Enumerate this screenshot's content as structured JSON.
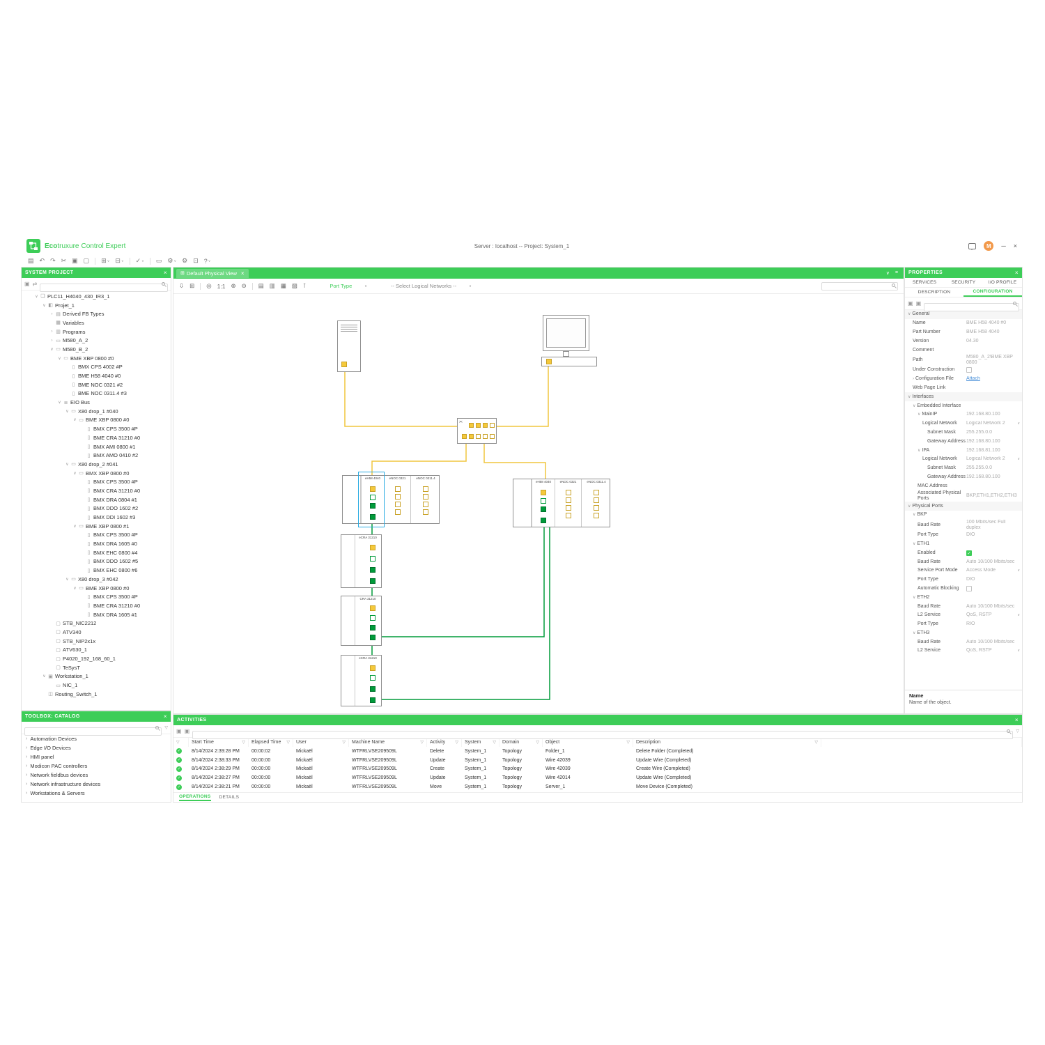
{
  "glyphs": {
    "chevron": "∨",
    "chevron_right": "›",
    "funnel": "▽",
    "check": "✓",
    "menu": "≡"
  },
  "colors": {
    "brand_green": "#3DCD58",
    "wire_yellow": "#F0C53E",
    "wire_green": "#009B3A",
    "selection_blue": "#29ABE2",
    "avatar_orange": "#F2994A"
  },
  "window": {
    "brand_eco": "Eco",
    "brand_struxure": "truxure",
    "brand_product": "Control Expert",
    "title_center": "Server : localhost -- Project: System_1",
    "avatar_letter": "M",
    "controls": [
      {
        "name": "minimize-button",
        "glyph": "─"
      },
      {
        "name": "close-button",
        "glyph": "×"
      }
    ]
  },
  "main_toolbar": {
    "items": [
      {
        "name": "save-icon",
        "glyph": "▤"
      },
      {
        "name": "undo-icon",
        "glyph": "↶"
      },
      {
        "name": "redo-icon",
        "glyph": "↷"
      },
      {
        "name": "cut-icon",
        "glyph": "✂"
      },
      {
        "name": "copy-icon",
        "glyph": "▣"
      },
      {
        "name": "paste-icon",
        "glyph": "▢"
      },
      {
        "type": "sep"
      },
      {
        "name": "window-layout-icon",
        "glyph": "⊞",
        "chevron": true
      },
      {
        "name": "panel-view-icon",
        "glyph": "⊟",
        "chevron": true
      },
      {
        "type": "sep"
      },
      {
        "name": "validate-icon",
        "glyph": "✓",
        "chevron": true
      },
      {
        "type": "sep"
      },
      {
        "name": "monitor-icon",
        "glyph": "▭"
      },
      {
        "name": "tools-icon",
        "glyph": "⚙",
        "chevron": true
      },
      {
        "name": "settings-icon",
        "glyph": "⚙"
      },
      {
        "name": "fullscreen-icon",
        "glyph": "⊡"
      },
      {
        "name": "help-icon",
        "glyph": "?",
        "chevron": true
      }
    ]
  },
  "system_project": {
    "title": "SYSTEM PROJECT",
    "toolbar_icons": [
      {
        "name": "cascade-icon",
        "glyph": "▣"
      },
      {
        "name": "sync-icon",
        "glyph": "⇄"
      }
    ],
    "icon_glyphs": {
      "folder": "❏",
      "proj": "◧",
      "fb": "▤",
      "var": "▦",
      "prog": "▥",
      "rack": "▭",
      "mod": "▯",
      "bus": "≣",
      "dev": "▢",
      "ws": "▣",
      "nic": "▭",
      "sw": "◫"
    },
    "tree": [
      {
        "l": "PLC11_H4040_430_IR3_1",
        "lv": 1,
        "e": "v",
        "i": "folder"
      },
      {
        "l": "Projet_1",
        "lv": 2,
        "e": "v",
        "i": "proj"
      },
      {
        "l": "Derived FB Types",
        "lv": 3,
        "e": "c",
        "i": "fb"
      },
      {
        "l": "Variables",
        "lv": 3,
        "e": "",
        "i": "var"
      },
      {
        "l": "Programs",
        "lv": 3,
        "e": "c",
        "i": "prog"
      },
      {
        "l": "M580_A_2",
        "lv": 3,
        "e": "c",
        "i": "rack"
      },
      {
        "l": "M580_B_2",
        "lv": 3,
        "e": "v",
        "i": "rack"
      },
      {
        "l": "BME XBP 0800 #0",
        "lv": 4,
        "e": "v",
        "i": "rack"
      },
      {
        "l": "BMX CPS 4002 #P",
        "lv": 5,
        "e": "",
        "i": "mod"
      },
      {
        "l": "BME H58 4040 #0",
        "lv": 5,
        "e": "",
        "i": "mod"
      },
      {
        "l": "BME NOC 0321 #2",
        "lv": 5,
        "e": "",
        "i": "mod"
      },
      {
        "l": "BME NOC 0311.4 #3",
        "lv": 5,
        "e": "",
        "i": "mod"
      },
      {
        "l": "EIO Bus",
        "lv": 4,
        "e": "v",
        "i": "bus"
      },
      {
        "l": "X80 drop_1 #040",
        "lv": 5,
        "e": "v",
        "i": "rack"
      },
      {
        "l": "BME XBP 0800 #0",
        "lv": 6,
        "e": "v",
        "i": "rack"
      },
      {
        "l": "BMX CPS 3500 #P",
        "lv": 7,
        "e": "",
        "i": "mod"
      },
      {
        "l": "BME CRA 31210 #0",
        "lv": 7,
        "e": "",
        "i": "mod"
      },
      {
        "l": "BMX AMI 0800 #1",
        "lv": 7,
        "e": "",
        "i": "mod"
      },
      {
        "l": "BMX AMO 0410 #2",
        "lv": 7,
        "e": "",
        "i": "mod"
      },
      {
        "l": "X80 drop_2 #041",
        "lv": 5,
        "e": "v",
        "i": "rack"
      },
      {
        "l": "BMX XBP 0800 #0",
        "lv": 6,
        "e": "v",
        "i": "rack"
      },
      {
        "l": "BMX CPS 3500 #P",
        "lv": 7,
        "e": "",
        "i": "mod"
      },
      {
        "l": "BMX CRA 31210 #0",
        "lv": 7,
        "e": "",
        "i": "mod"
      },
      {
        "l": "BMX DRA 0804 #1",
        "lv": 7,
        "e": "",
        "i": "mod"
      },
      {
        "l": "BMX DDO 1602 #2",
        "lv": 7,
        "e": "",
        "i": "mod"
      },
      {
        "l": "BMX DDI 1602 #3",
        "lv": 7,
        "e": "",
        "i": "mod"
      },
      {
        "l": "BME XBP 0800 #1",
        "lv": 6,
        "e": "v",
        "i": "rack"
      },
      {
        "l": "BMX CPS 3500 #P",
        "lv": 7,
        "e": "",
        "i": "mod"
      },
      {
        "l": "BMX DRA 1605 #0",
        "lv": 7,
        "e": "",
        "i": "mod"
      },
      {
        "l": "BMX EHC 0800 #4",
        "lv": 7,
        "e": "",
        "i": "mod"
      },
      {
        "l": "BMX DDO 1602 #5",
        "lv": 7,
        "e": "",
        "i": "mod"
      },
      {
        "l": "BMX EHC 0800 #6",
        "lv": 7,
        "e": "",
        "i": "mod"
      },
      {
        "l": "X80 drop_3 #042",
        "lv": 5,
        "e": "v",
        "i": "rack"
      },
      {
        "l": "BME XBP 0800 #0",
        "lv": 6,
        "e": "v",
        "i": "rack"
      },
      {
        "l": "BMX CPS 3500 #P",
        "lv": 7,
        "e": "",
        "i": "mod"
      },
      {
        "l": "BME CRA 31210 #0",
        "lv": 7,
        "e": "",
        "i": "mod"
      },
      {
        "l": "BMX DRA 1605 #1",
        "lv": 7,
        "e": "",
        "i": "mod"
      },
      {
        "l": "STB_NIC2212",
        "lv": 3,
        "e": "",
        "i": "dev"
      },
      {
        "l": "ATV340",
        "lv": 3,
        "e": "",
        "i": "dev"
      },
      {
        "l": "STB_NIP2x1x",
        "lv": 3,
        "e": "",
        "i": "dev"
      },
      {
        "l": "ATV630_1",
        "lv": 3,
        "e": "",
        "i": "dev"
      },
      {
        "l": "P4020_192_168_60_1",
        "lv": 3,
        "e": "",
        "i": "dev"
      },
      {
        "l": "TeSysT",
        "lv": 3,
        "e": "",
        "i": "dev"
      },
      {
        "l": "Workstation_1",
        "lv": 2,
        "e": "v",
        "i": "ws"
      },
      {
        "l": "NIC_1",
        "lv": 3,
        "e": "",
        "i": "nic"
      },
      {
        "l": "Routing_Switch_1",
        "lv": 2,
        "e": "",
        "i": "sw"
      }
    ]
  },
  "toolbox": {
    "title": "TOOLBOX: CATALOG",
    "items": [
      "Automation Devices",
      "Edge I/O Devices",
      "HMI panel",
      "Modicon PAC controllers",
      "Network fieldbus devices",
      "Network infrastructure devices",
      "Workstations & Servers"
    ]
  },
  "center": {
    "tab": {
      "label": "Default Physical View",
      "icon_glyph": "⊞",
      "close_glyph": "×"
    },
    "toolbar": {
      "icons": [
        {
          "name": "export-icon",
          "glyph": "⇩"
        },
        {
          "name": "grid-icon",
          "glyph": "⊞"
        },
        {
          "type": "sep"
        },
        {
          "name": "zoom-icon",
          "glyph": "◎"
        },
        {
          "name": "zoom-ratio-icon",
          "glyph": "1:1"
        },
        {
          "name": "zoom-in-icon",
          "glyph": "⊕"
        },
        {
          "name": "zoom-out-icon",
          "glyph": "⊖"
        },
        {
          "type": "sep"
        },
        {
          "name": "print-icon",
          "glyph": "▤"
        },
        {
          "name": "print-preview-icon",
          "glyph": "▥"
        },
        {
          "name": "page-setup-icon",
          "glyph": "▦"
        },
        {
          "name": "layout-icon",
          "glyph": "▧"
        },
        {
          "name": "align-icon",
          "glyph": "⊺"
        }
      ],
      "port_type_label": "Port Type",
      "network_select_label": "-- Select Logical Networks --"
    }
  },
  "topology": {
    "switch_glyph": "><",
    "racks": [
      {
        "modules": [
          "eH58 4040",
          "eNOC 0321",
          "eNOC 0311.4"
        ]
      },
      {
        "modules": [
          "eH58 4040",
          "eNOC 0321",
          "eNOC 0311.4"
        ]
      }
    ],
    "drops": [
      {
        "label": "eCRA 31210"
      },
      {
        "label": "CRA 31210"
      },
      {
        "label": "eCRA 31210"
      }
    ]
  },
  "properties": {
    "title": "PROPERTIES",
    "toolbar_icons": [
      {
        "name": "cascade-icon",
        "glyph": "▣"
      },
      {
        "name": "list-icon",
        "glyph": "▣"
      }
    ],
    "tabs_row1": [
      "SERVICES",
      "SECURITY",
      "I/O PROFILE"
    ],
    "tabs_row2": [
      "DESCRIPTION",
      "CONFIGURATION"
    ],
    "active_tab": "CONFIGURATION",
    "rows": [
      {
        "t": "sec",
        "label": "General"
      },
      {
        "t": "row",
        "label": "Name",
        "ind": 1,
        "value": "BME H58 4040 #0"
      },
      {
        "t": "row",
        "label": "Part Number",
        "ind": 1,
        "value": "BME H58 4040"
      },
      {
        "t": "row",
        "label": "Version",
        "ind": 1,
        "value": "04.30"
      },
      {
        "t": "row",
        "label": "Comment",
        "ind": 1,
        "value": ""
      },
      {
        "t": "row",
        "label": "Path",
        "ind": 1,
        "value": "M580_A_2\\BME XBP 0800"
      },
      {
        "t": "check",
        "label": "Under Construction",
        "ind": 1,
        "checked": false
      },
      {
        "t": "link",
        "label": "Configuration File",
        "ind": 1,
        "value": "Attach"
      },
      {
        "t": "row",
        "label": "Web Page Link",
        "ind": 1,
        "value": ""
      },
      {
        "t": "sec",
        "label": "Interfaces"
      },
      {
        "t": "sub",
        "label": "Embedded Interface",
        "ind": 1
      },
      {
        "t": "sub",
        "label": "MainIP",
        "ind": 2,
        "value": "192.168.80.100"
      },
      {
        "t": "select",
        "label": "Logical Network",
        "ind": 3,
        "value": "Logical Network 2"
      },
      {
        "t": "row",
        "label": "Subnet Mask",
        "ind": 4,
        "value": "255.255.0.0"
      },
      {
        "t": "row",
        "label": "Gateway Address",
        "ind": 4,
        "value": "192.168.80.100"
      },
      {
        "t": "sub",
        "label": "IPA",
        "ind": 2,
        "value": "192.168.81.100"
      },
      {
        "t": "select",
        "label": "Logical Network",
        "ind": 3,
        "value": "Logical Network 2"
      },
      {
        "t": "row",
        "label": "Subnet Mask",
        "ind": 4,
        "value": "255.255.0.0"
      },
      {
        "t": "row",
        "label": "Gateway Address",
        "ind": 4,
        "value": "192.168.80.100"
      },
      {
        "t": "row",
        "label": "MAC Address",
        "ind": 2,
        "value": ""
      },
      {
        "t": "row",
        "label": "Associated Physical Ports",
        "ind": 2,
        "value": "BKP,ETH1,ETH2,ETH3"
      },
      {
        "t": "sec",
        "label": "Physical Ports"
      },
      {
        "t": "sub",
        "label": "BKP",
        "ind": 1
      },
      {
        "t": "row",
        "label": "Baud Rate",
        "ind": 2,
        "value": "100 Mbits/sec Full duplex"
      },
      {
        "t": "row",
        "label": "Port Type",
        "ind": 2,
        "value": "DIO"
      },
      {
        "t": "sub",
        "label": "ETH1",
        "ind": 1
      },
      {
        "t": "check",
        "label": "Enabled",
        "ind": 2,
        "checked": true
      },
      {
        "t": "row",
        "label": "Baud Rate",
        "ind": 2,
        "value": "Auto 10/100 Mbits/sec"
      },
      {
        "t": "select",
        "label": "Service Port Mode",
        "ind": 2,
        "value": "Access Mode"
      },
      {
        "t": "row",
        "label": "Port Type",
        "ind": 2,
        "value": "DIO"
      },
      {
        "t": "check",
        "label": "Automatic Blocking",
        "ind": 2,
        "checked": false
      },
      {
        "t": "sub",
        "label": "ETH2",
        "ind": 1
      },
      {
        "t": "row",
        "label": "Baud Rate",
        "ind": 2,
        "value": "Auto 10/100 Mbits/sec"
      },
      {
        "t": "select",
        "label": "L2 Service",
        "ind": 2,
        "value": "QoS, RSTP"
      },
      {
        "t": "row",
        "label": "Port Type",
        "ind": 2,
        "value": "RIO"
      },
      {
        "t": "sub",
        "label": "ETH3",
        "ind": 1
      },
      {
        "t": "row",
        "label": "Baud Rate",
        "ind": 2,
        "value": "Auto 10/100 Mbits/sec"
      },
      {
        "t": "select",
        "label": "L2 Service",
        "ind": 2,
        "value": "QoS, RSTP"
      }
    ],
    "footer_title": "Name",
    "footer_desc": "Name of the object."
  },
  "activities": {
    "title": "ACTIVITIES",
    "toolbar_icons": [
      {
        "name": "cascade-icon",
        "glyph": "▣"
      },
      {
        "name": "list-icon",
        "glyph": "▣"
      }
    ],
    "columns": [
      "Start Time",
      "Elapsed Time",
      "User",
      "Machine Name",
      "Activity",
      "System",
      "Domain",
      "Object",
      "Description"
    ],
    "rows": [
      [
        "8/14/2024 2:39:28 PM",
        "00:00:02",
        "Mickaël",
        "WTFRLVSE209509L",
        "Delete",
        "System_1",
        "Topology",
        "Folder_1",
        "Delete Folder (Completed)"
      ],
      [
        "8/14/2024 2:38:33 PM",
        "00:00:00",
        "Mickaël",
        "WTFRLVSE209509L",
        "Update",
        "System_1",
        "Topology",
        "Wire 42039",
        "Update Wire (Completed)"
      ],
      [
        "8/14/2024 2:38:29 PM",
        "00:00:00",
        "Mickaël",
        "WTFRLVSE209509L",
        "Create",
        "System_1",
        "Topology",
        "Wire 42039",
        "Create Wire (Completed)"
      ],
      [
        "8/14/2024 2:38:27 PM",
        "00:00:00",
        "Mickaël",
        "WTFRLVSE209509L",
        "Update",
        "System_1",
        "Topology",
        "Wire 42014",
        "Update Wire (Completed)"
      ],
      [
        "8/14/2024 2:38:21 PM",
        "00:00:00",
        "Mickaël",
        "WTFRLVSE209509L",
        "Move",
        "System_1",
        "Topology",
        "Server_1",
        "Move Device (Completed)"
      ]
    ],
    "tabs": [
      "OPERATIONS",
      "DETAILS"
    ],
    "active_tab": "OPERATIONS"
  }
}
